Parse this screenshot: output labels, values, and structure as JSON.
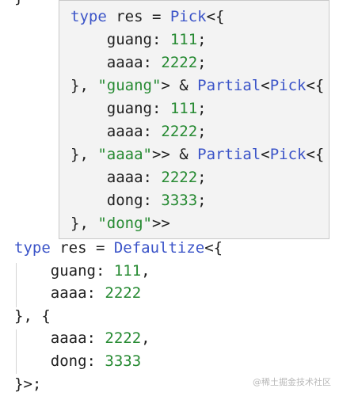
{
  "hover_tooltip": {
    "lines": [
      {
        "parts": [
          [
            "kw",
            "type"
          ],
          [
            "p",
            " res = "
          ],
          [
            "ty",
            "Pick"
          ],
          [
            "p",
            "<{"
          ]
        ]
      },
      {
        "parts": [
          [
            "p",
            "    guang: "
          ],
          [
            "num",
            "111"
          ],
          [
            "p",
            ";"
          ]
        ]
      },
      {
        "parts": [
          [
            "p",
            "    aaaa: "
          ],
          [
            "num",
            "2222"
          ],
          [
            "p",
            ";"
          ]
        ]
      },
      {
        "parts": [
          [
            "p",
            "}, "
          ],
          [
            "str",
            "\"guang\""
          ],
          [
            "p",
            "> & "
          ],
          [
            "ty",
            "Partial"
          ],
          [
            "p",
            "<"
          ],
          [
            "ty",
            "Pick"
          ],
          [
            "p",
            "<{"
          ]
        ]
      },
      {
        "parts": [
          [
            "p",
            "    guang: "
          ],
          [
            "num",
            "111"
          ],
          [
            "p",
            ";"
          ]
        ]
      },
      {
        "parts": [
          [
            "p",
            "    aaaa: "
          ],
          [
            "num",
            "2222"
          ],
          [
            "p",
            ";"
          ]
        ]
      },
      {
        "parts": [
          [
            "p",
            "}, "
          ],
          [
            "str",
            "\"aaaa\""
          ],
          [
            "p",
            ">> & "
          ],
          [
            "ty",
            "Partial"
          ],
          [
            "p",
            "<"
          ],
          [
            "ty",
            "Pick"
          ],
          [
            "p",
            "<{"
          ]
        ]
      },
      {
        "parts": [
          [
            "p",
            "    aaaa: "
          ],
          [
            "num",
            "2222"
          ],
          [
            "p",
            ";"
          ]
        ]
      },
      {
        "parts": [
          [
            "p",
            "    dong: "
          ],
          [
            "num",
            "3333"
          ],
          [
            "p",
            ";"
          ]
        ]
      },
      {
        "parts": [
          [
            "p",
            "}, "
          ],
          [
            "str",
            "\"dong\""
          ],
          [
            "p",
            ">>"
          ]
        ]
      }
    ]
  },
  "editor": {
    "top_fragment": "}",
    "lines": [
      {
        "parts": [
          [
            "kw",
            "type"
          ],
          [
            "p",
            " res = "
          ],
          [
            "ty",
            "Defaultize"
          ],
          [
            "p",
            "<{"
          ]
        ]
      },
      {
        "parts": [
          [
            "p",
            "    guang: "
          ],
          [
            "num",
            "111"
          ],
          [
            "p",
            ","
          ]
        ]
      },
      {
        "parts": [
          [
            "p",
            "    aaaa: "
          ],
          [
            "num",
            "2222"
          ]
        ]
      },
      {
        "parts": [
          [
            "p",
            "}, {"
          ]
        ]
      },
      {
        "parts": [
          [
            "p",
            "    aaaa: "
          ],
          [
            "num",
            "2222"
          ],
          [
            "p",
            ","
          ]
        ]
      },
      {
        "parts": [
          [
            "p",
            "    dong: "
          ],
          [
            "num",
            "3333"
          ]
        ]
      },
      {
        "parts": [
          [
            "p",
            "}>;"
          ]
        ]
      }
    ]
  },
  "watermark": "@稀土掘金技术社区"
}
